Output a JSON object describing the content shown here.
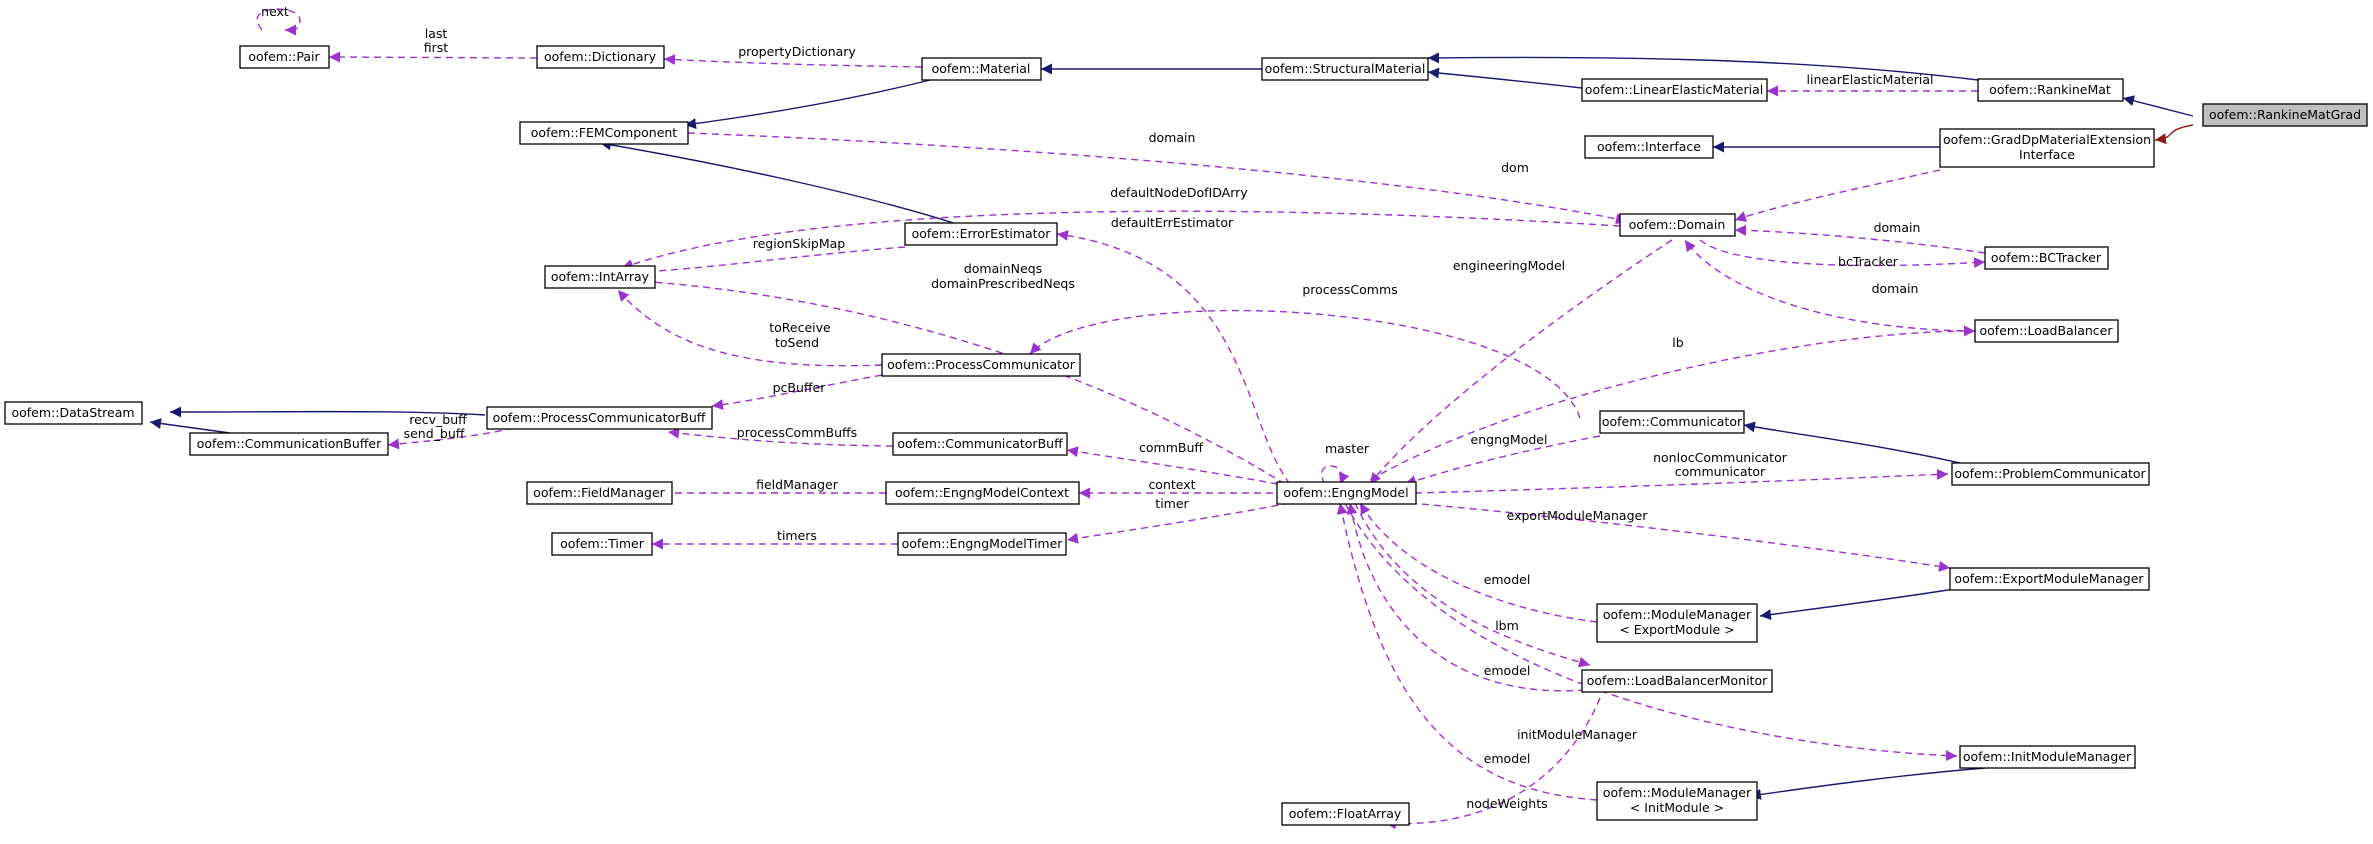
{
  "diagram": {
    "colors": {
      "inheritance": "#191970",
      "protected_inheritance": "#8b1a1a",
      "usage": "#9a32cd",
      "root_fill": "#bfbfbf"
    },
    "nodes": [
      {
        "id": "RankineMatGrad",
        "label": "oofem::RankineMatGrad",
        "root": true
      },
      {
        "id": "RankineMat",
        "label": "oofem::RankineMat"
      },
      {
        "id": "GradDp",
        "label": "oofem::GradDpMaterialExtension",
        "label2": "Interface"
      },
      {
        "id": "StructuralMaterial",
        "label": "oofem::StructuralMaterial"
      },
      {
        "id": "LinearElasticMaterial",
        "label": "oofem::LinearElasticMaterial"
      },
      {
        "id": "Material",
        "label": "oofem::Material"
      },
      {
        "id": "Dictionary",
        "label": "oofem::Dictionary"
      },
      {
        "id": "Pair",
        "label": "oofem::Pair"
      },
      {
        "id": "FEMComponent",
        "label": "oofem::FEMComponent"
      },
      {
        "id": "Interface",
        "label": "oofem::Interface"
      },
      {
        "id": "Domain",
        "label": "oofem::Domain"
      },
      {
        "id": "ErrorEstimator",
        "label": "oofem::ErrorEstimator"
      },
      {
        "id": "IntArray",
        "label": "oofem::IntArray"
      },
      {
        "id": "BCTracker",
        "label": "oofem::BCTracker"
      },
      {
        "id": "LoadBalancer",
        "label": "oofem::LoadBalancer"
      },
      {
        "id": "ProcessCommunicator",
        "label": "oofem::ProcessCommunicator"
      },
      {
        "id": "DataStream",
        "label": "oofem::DataStream"
      },
      {
        "id": "ProcessCommunicatorBuff",
        "label": "oofem::ProcessCommunicatorBuff"
      },
      {
        "id": "CommunicationBuffer",
        "label": "oofem::CommunicationBuffer"
      },
      {
        "id": "Communicator",
        "label": "oofem::Communicator"
      },
      {
        "id": "CommunicatorBuff",
        "label": "oofem::CommunicatorBuff"
      },
      {
        "id": "FieldManager",
        "label": "oofem::FieldManager"
      },
      {
        "id": "EngngModelContext",
        "label": "oofem::EngngModelContext"
      },
      {
        "id": "EngngModel",
        "label": "oofem::EngngModel"
      },
      {
        "id": "ProblemCommunicator",
        "label": "oofem::ProblemCommunicator"
      },
      {
        "id": "Timer",
        "label": "oofem::Timer"
      },
      {
        "id": "EngngModelTimer",
        "label": "oofem::EngngModelTimer"
      },
      {
        "id": "ExportModuleManager",
        "label": "oofem::ExportModuleManager"
      },
      {
        "id": "MMExport",
        "label": "oofem::ModuleManager",
        "label2": "< ExportModule >"
      },
      {
        "id": "LoadBalancerMonitor",
        "label": "oofem::LoadBalancerMonitor"
      },
      {
        "id": "InitModuleManager",
        "label": "oofem::InitModuleManager"
      },
      {
        "id": "MMInit",
        "label": "oofem::ModuleManager",
        "label2": "< InitModule >"
      },
      {
        "id": "FloatArray",
        "label": "oofem::FloatArray"
      }
    ],
    "edge_labels": {
      "next": "next",
      "last_first_1": "last",
      "last_first_2": "first",
      "propertyDictionary": "propertyDictionary",
      "linearElasticMaterial": "linearElasticMaterial",
      "domain_fem": "domain",
      "dom": "dom",
      "defaultNodeDofIDArry": "defaultNodeDofIDArry",
      "regionSkipMap": "regionSkipMap",
      "defaultErrEstimator": "defaultErrEstimator",
      "domain_bc": "domain",
      "bcTracker": "bcTracker",
      "domain_lb": "domain",
      "domainNeqs_1": "domainNeqs",
      "domainNeqs_2": "domainPrescribedNeqs",
      "processComms": "processComms",
      "engineeringModel": "engineeringModel",
      "toReceive_1": "toReceive",
      "toReceive_2": "toSend",
      "lb": "lb",
      "pcBuffer": "pcBuffer",
      "recv_1": "recv_buff",
      "recv_2": "send_buff",
      "processCommBuffs": "processCommBuffs",
      "commBuff": "commBuff",
      "master": "master",
      "engngModel": "engngModel",
      "nonloc_1": "nonlocCommunicator",
      "nonloc_2": "communicator",
      "fieldManager": "fieldManager",
      "context": "context",
      "timer": "timer",
      "timers": "timers",
      "exportModuleManager": "exportModuleManager",
      "emodel_1": "emodel",
      "lbm": "lbm",
      "emodel_2": "emodel",
      "initModuleManager": "initModuleManager",
      "emodel_3": "emodel",
      "nodeWeights": "nodeWeights"
    }
  }
}
